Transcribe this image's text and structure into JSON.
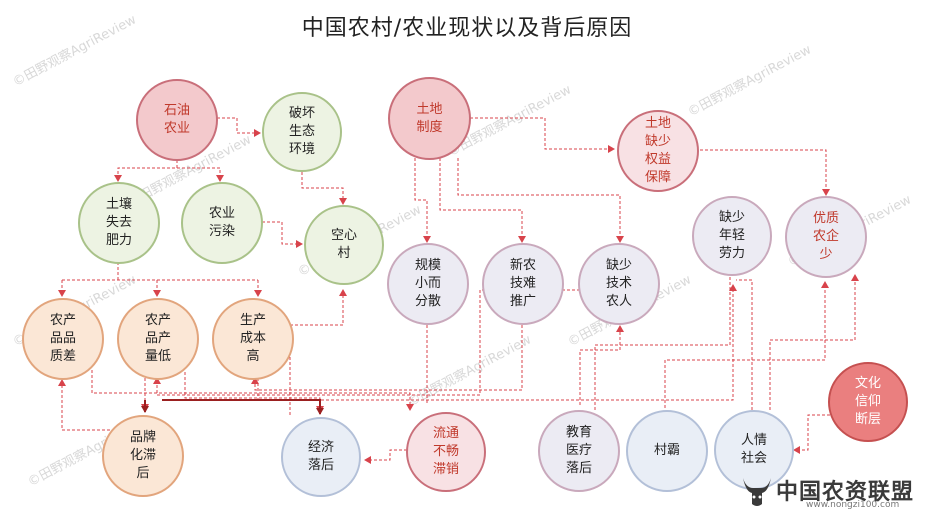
{
  "title": "中国农村/农业现状以及背后原因",
  "watermark": "©田野观察AgriReview",
  "logo": {
    "text": "中国农资联盟",
    "url": "www.nongzi100.com"
  },
  "nodes": {
    "oil": "石油\n农业",
    "land": "土地\n制度",
    "destroy": "破坏\n生态\n环境",
    "rights": "土地\n缺少\n权益\n保障",
    "soil": "土壤\n失去\n肥力",
    "pollution": "农业\n污染",
    "hollow": "空心\n村",
    "scale": "规模\n小而\n分散",
    "promo": "新农\n技难\n推广",
    "tech": "缺少\n技术\n农人",
    "youth": "缺少\n年轻\n劳力",
    "quality": "优质\n农企\n少",
    "poorq": "农产\n品品\n质差",
    "lowy": "农产\n品产\n量低",
    "cost": "生产\n成本\n高",
    "brand": "品牌\n化滞\n后",
    "econ": "经济\n落后",
    "circ": "流通\n不畅\n滞销",
    "edu": "教育\n医疗\n落后",
    "bully": "村霸",
    "favor": "人情\n社会",
    "culture": "文化\n信仰\n断层"
  },
  "colors": {
    "line": "#d8434b",
    "dark_line": "#9b2020",
    "accent_red": "#c0392b"
  }
}
